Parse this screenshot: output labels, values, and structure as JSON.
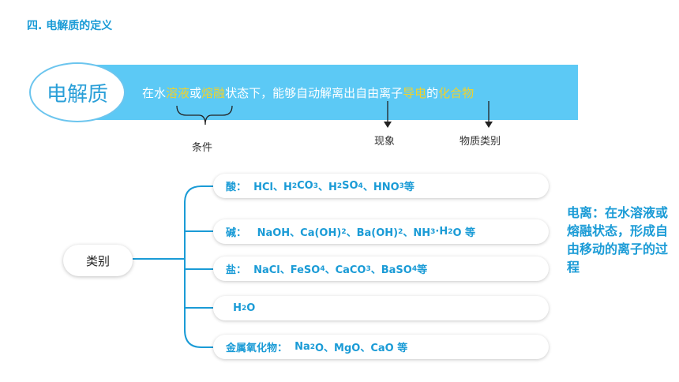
{
  "heading": "四. 电解质的定义",
  "term": "电解质",
  "definition": {
    "p1": "在水",
    "h1": "溶液",
    "p2": "或",
    "h2": "熔融",
    "p3": "状态下，能够自动解离出自由离子",
    "h3": "导电",
    "p4": "的",
    "h4": "化合物"
  },
  "labels": {
    "condition": "条件",
    "phenomenon": "现象",
    "category": "物质类别"
  },
  "classes_label": "类别",
  "rows": {
    "acid": {
      "label": "酸：",
      "t1": "HCl、H",
      "s1": "2",
      "t2": "CO",
      "s2": "3",
      "t3": "、H",
      "s3": "2",
      "t4": "SO",
      "s4": "4",
      "t5": "、HNO",
      "s5": "3",
      "t6": " 等"
    },
    "base": {
      "label": "碱：",
      "t1": "NaOH、Ca(OH)",
      "s1": "2",
      "t2": "、Ba(OH)",
      "s2": "2",
      "t3": "、NH",
      "s3": "3",
      "t4": "·H",
      "s4": "2",
      "t5": "O 等"
    },
    "salt": {
      "label": "盐：",
      "t1": "NaCl、FeSO",
      "s1": "4",
      "t2": "、CaCO",
      "s2": "3",
      "t3": "、BaSO",
      "s3": "4",
      "t4": " 等"
    },
    "water": {
      "t1": "H",
      "s1": "2",
      "t2": "O"
    },
    "oxide": {
      "label": "金属氧化物：",
      "t1": "Na",
      "s1": "2",
      "t2": "O、MgO、CaO  等"
    }
  },
  "ionization_note": "电离：在水溶液或熔融状态，形成自由移动的离子的过程",
  "colors": {
    "accent": "#1a9bd6",
    "banner": "#5cc9f5",
    "highlight": "#f2d22a"
  }
}
